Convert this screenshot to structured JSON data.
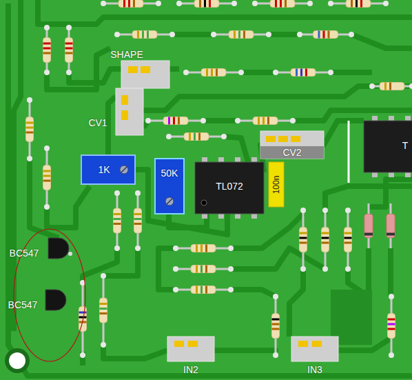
{
  "diagram": {
    "nodes": [
      {
        "text": [
          "SHAPE"
        ]
      },
      {
        "text": [
          "CV1"
        ]
      },
      {
        "text": [
          "CV2"
        ]
      },
      {
        "text": [
          "T"
        ]
      },
      {
        "text": [
          "1K"
        ]
      },
      {
        "text": [
          "50K"
        ]
      },
      {
        "text": [
          "TL072"
        ]
      },
      {
        "text": [
          "100n"
        ]
      },
      {
        "text": [
          "BC547"
        ]
      },
      {
        "text": [
          "BC547"
        ]
      },
      {
        "text": [
          "IN2"
        ]
      },
      {
        "text": [
          "IN3"
        ]
      }
    ]
  }
}
